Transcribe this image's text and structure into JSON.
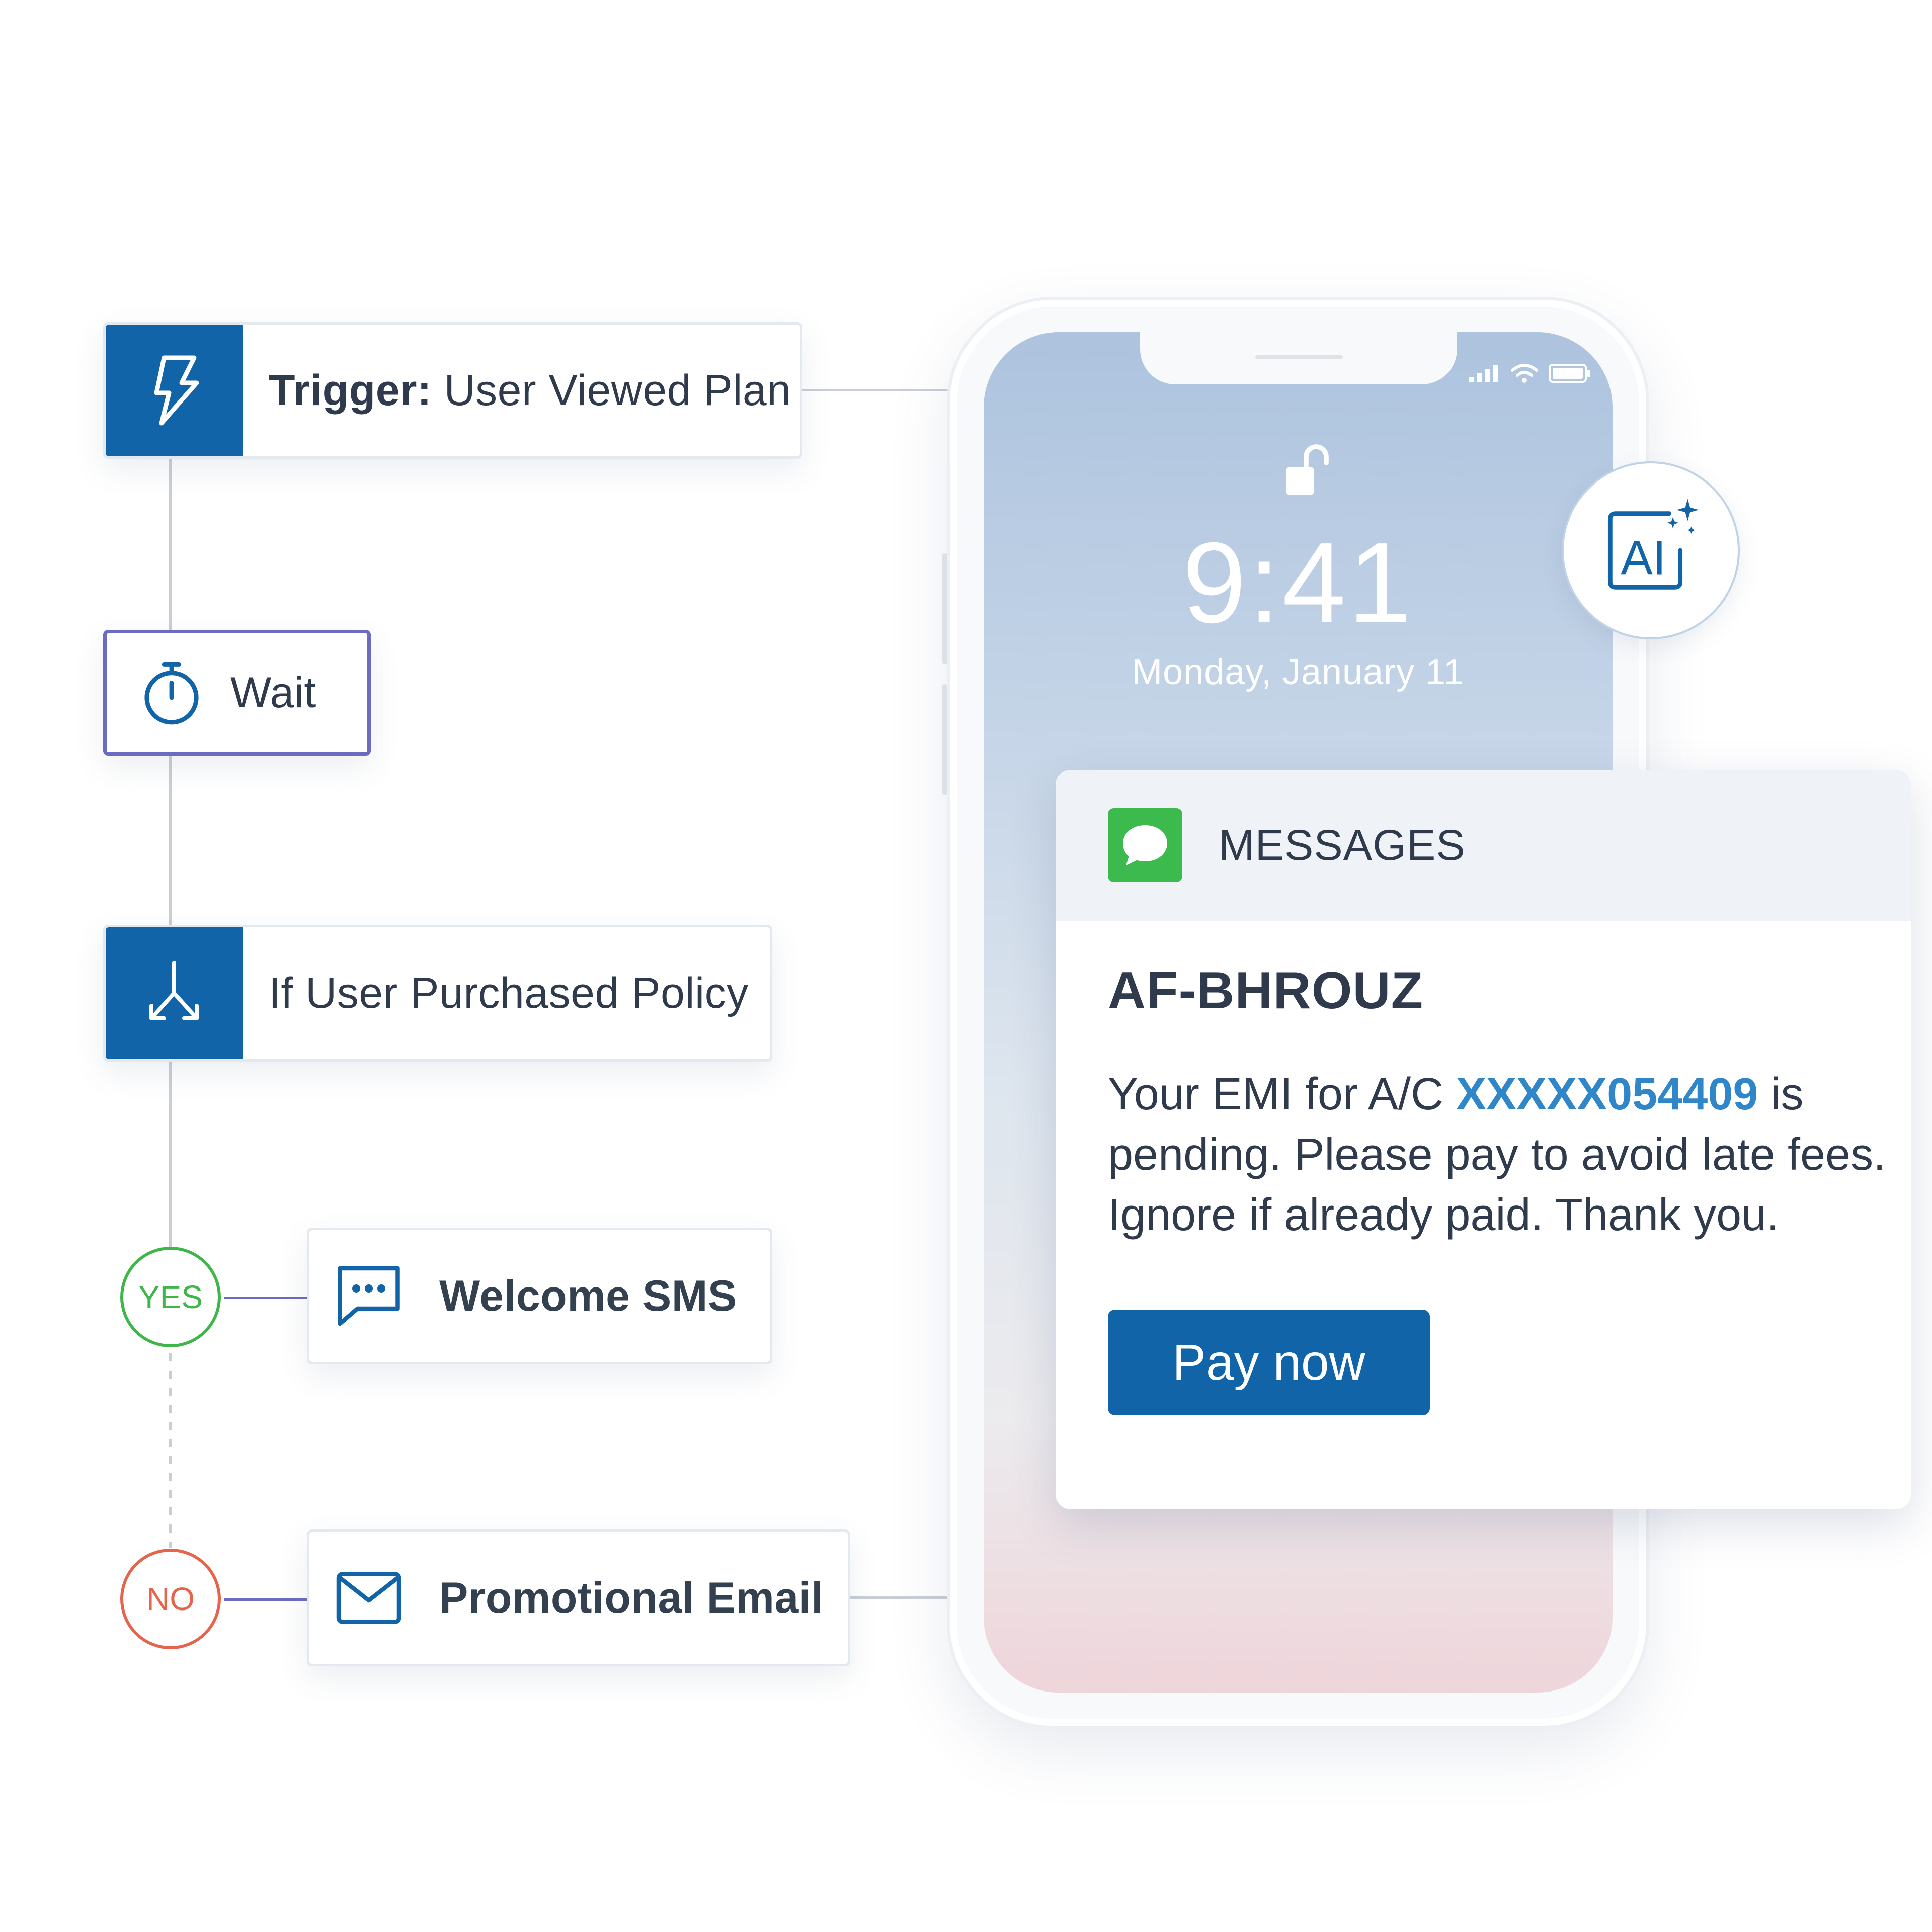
{
  "flow": {
    "trigger": {
      "label_bold": "Trigger:",
      "label_rest": " User Viewed Plan"
    },
    "wait": {
      "label": "Wait"
    },
    "branch": {
      "label": "If User Purchased Policy"
    },
    "yes": {
      "label": "YES",
      "color": "#3eb64a"
    },
    "no": {
      "label": "NO",
      "color": "#e8634c"
    },
    "sms": {
      "label": "Welcome SMS"
    },
    "email": {
      "label": "Promotional Email"
    }
  },
  "phone": {
    "time": "9:41",
    "date": "Monday, January 11",
    "ai_badge": "AI"
  },
  "notification": {
    "app_name": "MESSAGES",
    "sender": "AF-BHROUZ",
    "message_prefix": "Your EMI for A/C ",
    "account": "XXXXX054409",
    "message_suffix": " is pending. Please pay to avoid late fees. Ignore if already paid. Thank you.",
    "button_label": "Pay now"
  },
  "icons": {
    "trigger": "lightning-icon",
    "wait": "stopwatch-icon",
    "branch": "split-arrows-icon",
    "sms": "chat-dots-icon",
    "email": "envelope-icon",
    "app": "messages-app-icon",
    "lock": "unlocked-padlock-icon",
    "ai": "ai-sparkle-icon"
  },
  "colors": {
    "brand_blue": "#1264a8",
    "link_blue": "#2f86c8",
    "wait_border": "#6b6cc0",
    "messages_green": "#3dba4e"
  }
}
